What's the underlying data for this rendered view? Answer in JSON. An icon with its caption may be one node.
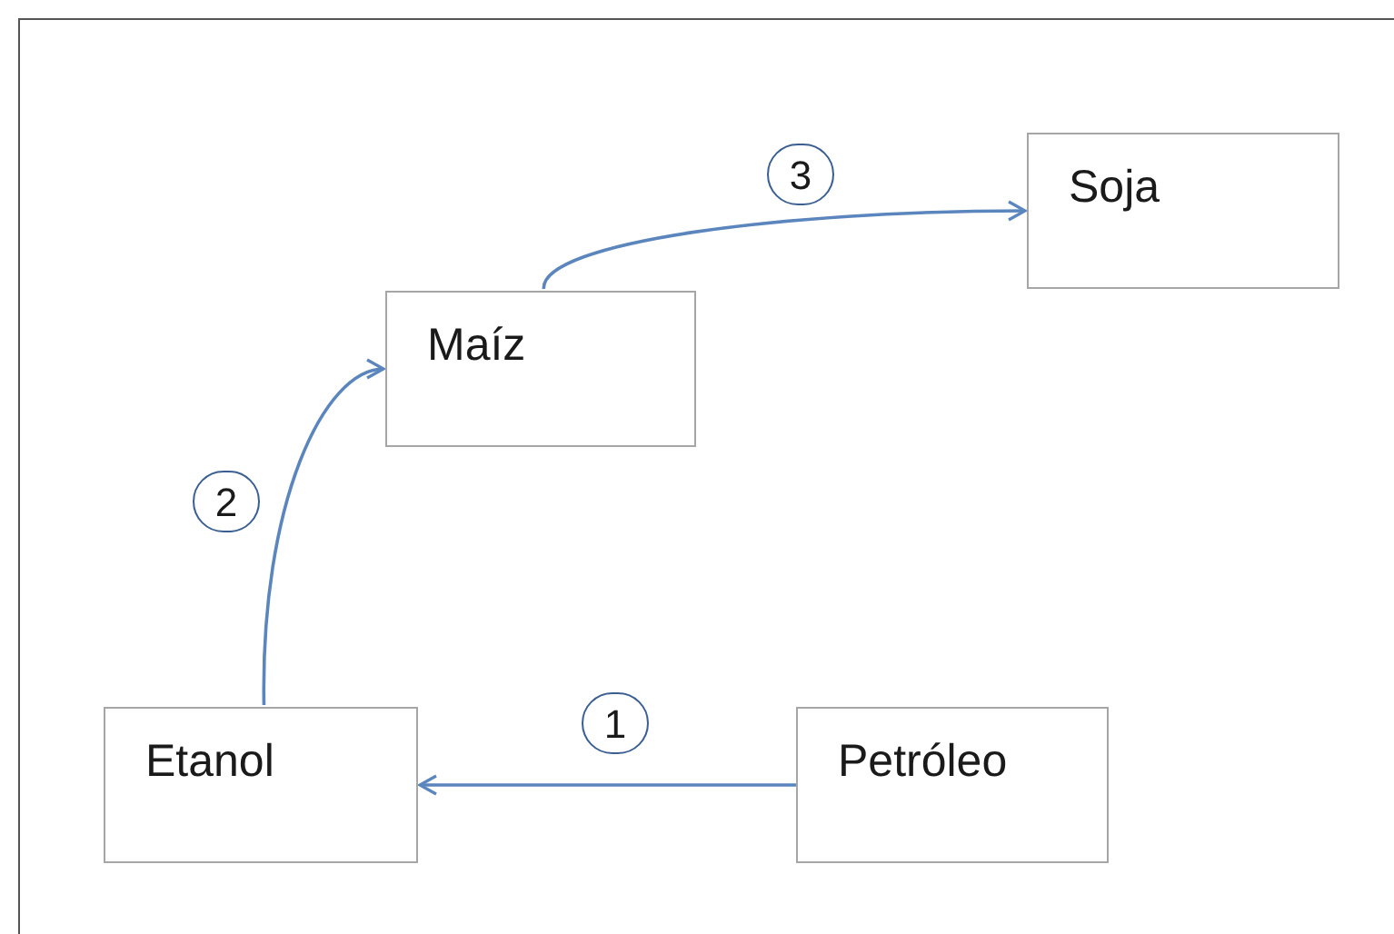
{
  "diagram": {
    "nodes": [
      {
        "text": [
          "Soja"
        ]
      },
      {
        "text": [
          "Maíz"
        ]
      },
      {
        "text": [
          "Etanol"
        ]
      },
      {
        "text": [
          "Petróleo"
        ]
      }
    ],
    "edges": [
      {
        "from": 3,
        "to": 2,
        "arrow": "to",
        "label": "1"
      },
      {
        "from": 2,
        "to": 1,
        "arrow": "to",
        "label": "2"
      },
      {
        "from": 1,
        "to": 0,
        "arrow": "to",
        "label": "3"
      }
    ]
  }
}
